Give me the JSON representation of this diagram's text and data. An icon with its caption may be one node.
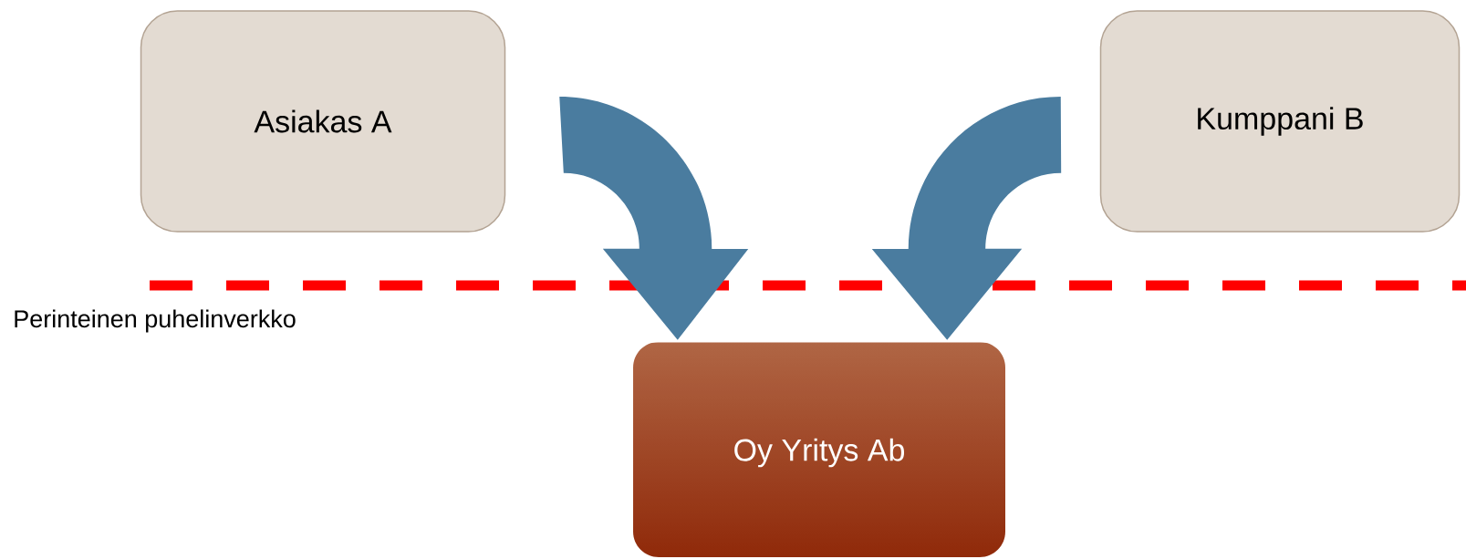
{
  "diagram": {
    "nodes": [
      {
        "text": [
          "Asiakas A"
        ]
      },
      {
        "text": [
          "Kumppani B"
        ]
      },
      {
        "text": [
          "Oy Yritys Ab"
        ]
      }
    ],
    "edges": [
      {
        "from": 0,
        "to": 2,
        "arrow": "to"
      },
      {
        "from": 1,
        "to": 2,
        "arrow": "to"
      }
    ],
    "labels": [
      "Perinteinen puhelinverkko"
    ]
  }
}
